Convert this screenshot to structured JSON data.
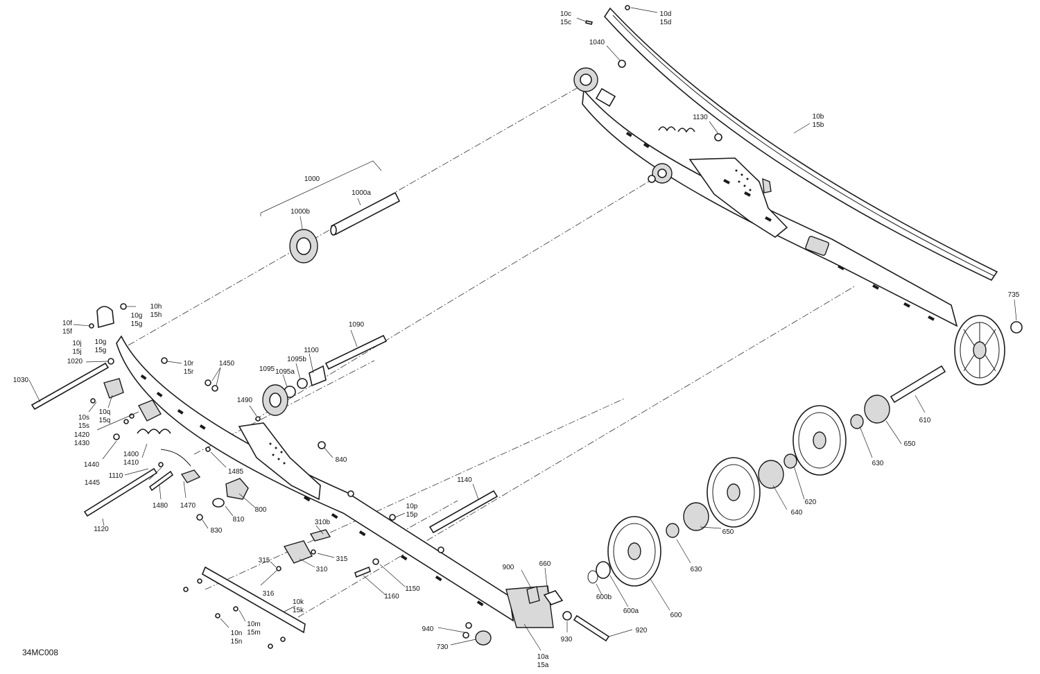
{
  "drawing_code": "34MC008",
  "labels": [
    {
      "id": "l-10c",
      "lines": [
        "10c",
        "15c"
      ]
    },
    {
      "id": "l-10d",
      "lines": [
        "10d",
        "15d"
      ]
    },
    {
      "id": "l-1040",
      "lines": [
        "1040"
      ]
    },
    {
      "id": "l-1130",
      "lines": [
        "1130"
      ]
    },
    {
      "id": "l-10b",
      "lines": [
        "10b",
        "15b"
      ]
    },
    {
      "id": "l-1000",
      "lines": [
        "1000"
      ]
    },
    {
      "id": "l-1000a",
      "lines": [
        "1000a"
      ]
    },
    {
      "id": "l-1000b",
      "lines": [
        "1000b"
      ]
    },
    {
      "id": "l-735",
      "lines": [
        "735"
      ]
    },
    {
      "id": "l-10h",
      "lines": [
        "10h",
        "15h"
      ]
    },
    {
      "id": "l-10f",
      "lines": [
        "10f",
        "15f"
      ]
    },
    {
      "id": "l-10g-a",
      "lines": [
        "10g",
        "15g"
      ]
    },
    {
      "id": "l-10j",
      "lines": [
        "10j",
        "15j"
      ]
    },
    {
      "id": "l-10g-b",
      "lines": [
        "10g",
        "15g"
      ]
    },
    {
      "id": "l-1020",
      "lines": [
        "1020"
      ]
    },
    {
      "id": "l-1090",
      "lines": [
        "1090"
      ]
    },
    {
      "id": "l-1100",
      "lines": [
        "1100"
      ]
    },
    {
      "id": "l-1095b",
      "lines": [
        "1095b"
      ]
    },
    {
      "id": "l-1095a",
      "lines": [
        "1095a"
      ]
    },
    {
      "id": "l-1095",
      "lines": [
        "1095"
      ]
    },
    {
      "id": "l-10r",
      "lines": [
        "10r",
        "15r"
      ]
    },
    {
      "id": "l-1450",
      "lines": [
        "1450"
      ]
    },
    {
      "id": "l-1030",
      "lines": [
        "1030"
      ]
    },
    {
      "id": "l-1490",
      "lines": [
        "1490"
      ]
    },
    {
      "id": "l-10s",
      "lines": [
        "10s",
        "15s"
      ]
    },
    {
      "id": "l-10q",
      "lines": [
        "10q",
        "15q"
      ]
    },
    {
      "id": "l-1420",
      "lines": [
        "1420",
        "1430"
      ]
    },
    {
      "id": "l-1440",
      "lines": [
        "1440"
      ]
    },
    {
      "id": "l-1400",
      "lines": [
        "1400",
        "1410"
      ]
    },
    {
      "id": "l-1445",
      "lines": [
        "1445"
      ]
    },
    {
      "id": "l-1110",
      "lines": [
        "1110"
      ]
    },
    {
      "id": "l-1485",
      "lines": [
        "1485"
      ]
    },
    {
      "id": "l-840",
      "lines": [
        "840"
      ]
    },
    {
      "id": "l-610",
      "lines": [
        "610"
      ]
    },
    {
      "id": "l-650-a",
      "lines": [
        "650"
      ]
    },
    {
      "id": "l-630-a",
      "lines": [
        "630"
      ]
    },
    {
      "id": "l-620",
      "lines": [
        "620"
      ]
    },
    {
      "id": "l-640",
      "lines": [
        "640"
      ]
    },
    {
      "id": "l-1140",
      "lines": [
        "1140"
      ]
    },
    {
      "id": "l-1480",
      "lines": [
        "1480"
      ]
    },
    {
      "id": "l-1470",
      "lines": [
        "1470"
      ]
    },
    {
      "id": "l-800",
      "lines": [
        "800"
      ]
    },
    {
      "id": "l-810",
      "lines": [
        "810"
      ]
    },
    {
      "id": "l-1120",
      "lines": [
        "1120"
      ]
    },
    {
      "id": "l-830",
      "lines": [
        "830"
      ]
    },
    {
      "id": "l-10p",
      "lines": [
        "10p",
        "15p"
      ]
    },
    {
      "id": "l-310b",
      "lines": [
        "310b"
      ]
    },
    {
      "id": "l-650-b",
      "lines": [
        "650"
      ]
    },
    {
      "id": "l-630-b",
      "lines": [
        "630"
      ]
    },
    {
      "id": "l-315-a",
      "lines": [
        "315"
      ]
    },
    {
      "id": "l-315-b",
      "lines": [
        "315"
      ]
    },
    {
      "id": "l-310",
      "lines": [
        "310"
      ]
    },
    {
      "id": "l-900",
      "lines": [
        "900"
      ]
    },
    {
      "id": "l-660",
      "lines": [
        "660"
      ]
    },
    {
      "id": "l-1150",
      "lines": [
        "1150"
      ]
    },
    {
      "id": "l-316",
      "lines": [
        "316"
      ]
    },
    {
      "id": "l-1160",
      "lines": [
        "1160"
      ]
    },
    {
      "id": "l-600b",
      "lines": [
        "600b"
      ]
    },
    {
      "id": "l-600a",
      "lines": [
        "600a"
      ]
    },
    {
      "id": "l-600",
      "lines": [
        "600"
      ]
    },
    {
      "id": "l-10k",
      "lines": [
        "10k",
        "15k"
      ]
    },
    {
      "id": "l-10m",
      "lines": [
        "10m",
        "15m"
      ]
    },
    {
      "id": "l-10n",
      "lines": [
        "10n",
        "15n"
      ]
    },
    {
      "id": "l-940",
      "lines": [
        "940"
      ]
    },
    {
      "id": "l-730",
      "lines": [
        "730"
      ]
    },
    {
      "id": "l-930",
      "lines": [
        "930"
      ]
    },
    {
      "id": "l-920",
      "lines": [
        "920"
      ]
    },
    {
      "id": "l-10a",
      "lines": [
        "10a",
        "15a"
      ]
    }
  ]
}
